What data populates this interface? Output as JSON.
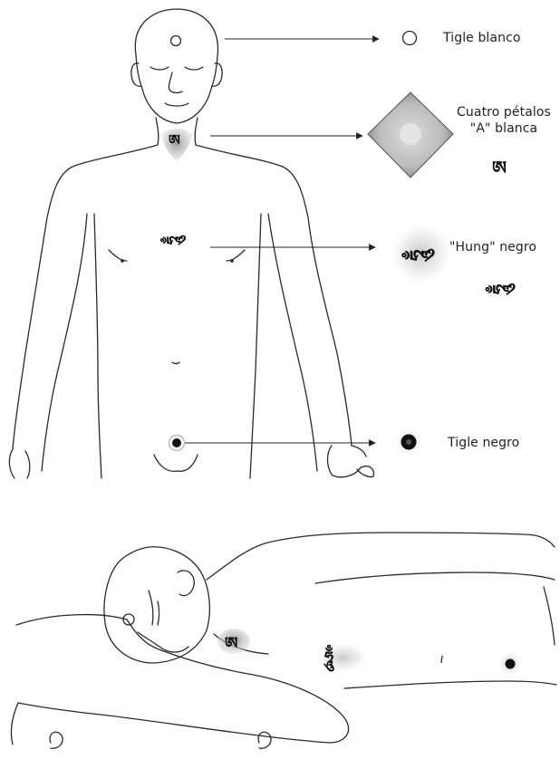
{
  "labels": {
    "tigle_blanco": "Tigle blanco",
    "cuatro_petalos_1": "Cuatro pétalos",
    "cuatro_petalos_2": "\"A\" blanca",
    "hung_negro": "\"Hung\" negro",
    "tigle_negro": "Tigle negro"
  },
  "colors": {
    "ink": "#111111",
    "line": "#2a2a2a",
    "halo": "#bdbdbd",
    "background": "#ffffff"
  },
  "icons": {
    "a_syllable": "tibetan-a-glyph",
    "hung_syllable": "tibetan-hung-glyph"
  }
}
